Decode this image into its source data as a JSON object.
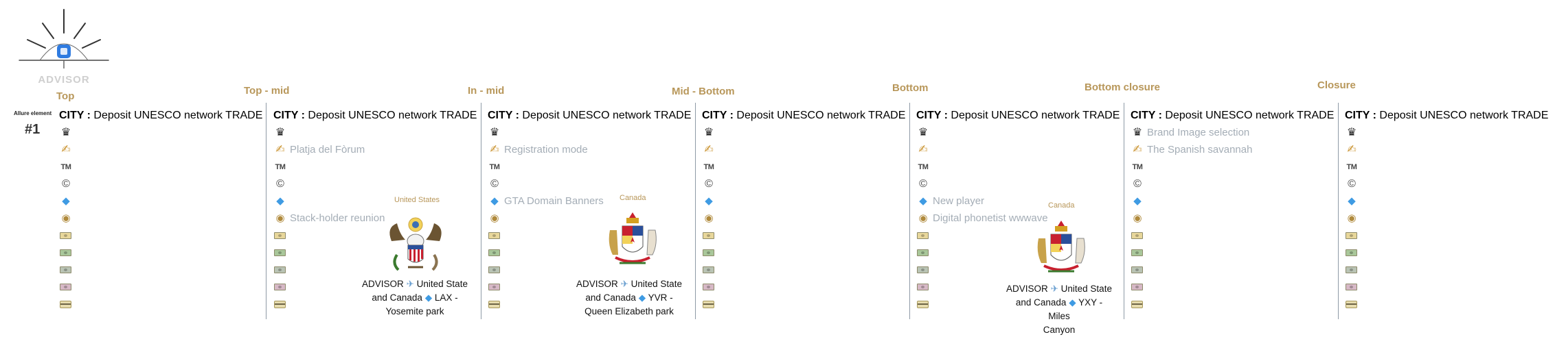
{
  "logo": {
    "text": "ADVISOR"
  },
  "allure": {
    "label": "Allure element",
    "number": "#1"
  },
  "stages": [
    "Top",
    "Top - mid",
    "In - mid",
    "Mid - Bottom",
    "Bottom",
    "Bottom closure",
    "Closure"
  ],
  "column_title": {
    "prefix": "CITY :",
    "text": "Deposit UNESCO network TRADE"
  },
  "columns": [
    {
      "rows": [
        "",
        "",
        "",
        "",
        "",
        "",
        "",
        "",
        "",
        "",
        ""
      ]
    },
    {
      "rows": [
        "",
        "Platja del Fòrum",
        "",
        "",
        "",
        "Stack-holder reunion",
        "",
        "",
        "",
        "",
        ""
      ]
    },
    {
      "rows": [
        "",
        "Registration mode",
        "",
        "",
        "GTA Domain Banners",
        "",
        "",
        "",
        "",
        "",
        ""
      ]
    },
    {
      "rows": [
        "",
        "",
        "",
        "",
        "",
        "",
        "",
        "",
        "",
        "",
        ""
      ]
    },
    {
      "rows": [
        "",
        "",
        "",
        "",
        "New player",
        "Digital phonetist wwwave",
        "",
        "",
        "",
        "",
        ""
      ]
    },
    {
      "rows": [
        "Brand Image selection",
        "The Spanish savannah",
        "",
        "",
        "",
        "",
        "",
        "",
        "",
        "",
        ""
      ]
    },
    {
      "rows": [
        "",
        "",
        "",
        "",
        "",
        "",
        "",
        "",
        "",
        "",
        ""
      ]
    }
  ],
  "row_icons": [
    "top-hat-icon",
    "writing-hand-icon",
    "trademark-icon",
    "copyright-icon",
    "gem-icon",
    "money-bag-icon",
    "yen-banknote-icon",
    "dollar-banknote-icon",
    "euro-banknote-icon",
    "pound-banknote-icon",
    "credit-card-icon"
  ],
  "emblems": [
    {
      "label": "United States",
      "line1a": "ADVISOR",
      "line1b": "United State",
      "line2a": "and Canada",
      "line2b": "LAX -",
      "line3": "Yosemite park"
    },
    {
      "label": "Canada",
      "line1a": "ADVISOR",
      "line1b": "United State",
      "line2a": "and Canada",
      "line2b": "YVR -",
      "line3": "Queen Elizabeth park"
    },
    {
      "label": "Canada",
      "line1a": "ADVISOR",
      "line1b": "United State",
      "line2a": "and Canada",
      "line2b": "YXY - Miles",
      "line3": "Canyon"
    }
  ],
  "colors": {
    "stage": "#b8975a",
    "separator": "#8e9aa6",
    "muted_text": "#a4adb6"
  }
}
